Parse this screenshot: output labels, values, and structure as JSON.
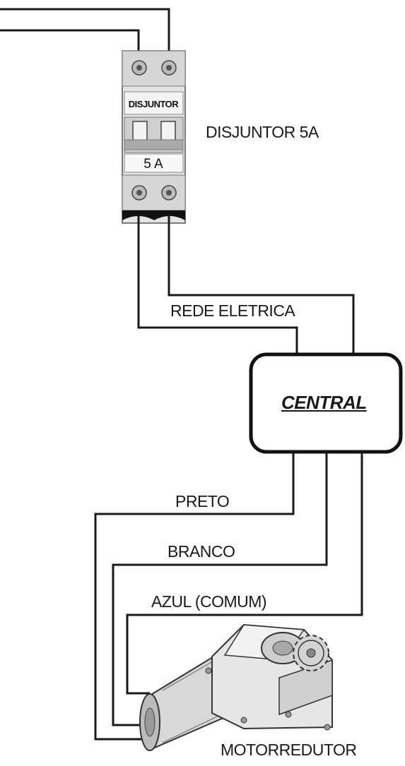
{
  "breaker": {
    "face_label": "DISJUNTOR",
    "rating_label": "5 A",
    "caption": "DISJUNTOR 5A"
  },
  "network_label": "REDE ELETRICA",
  "central_label": "CENTRAL",
  "wires": {
    "black": "PRETO",
    "white": "BRANCO",
    "blue": "AZUL (COMUM)"
  },
  "motor_label": "MOTORREDUTOR",
  "colors": {
    "line": "#1a1a1a",
    "background": "#ffffff",
    "device_gray": "#d9d9d9"
  }
}
